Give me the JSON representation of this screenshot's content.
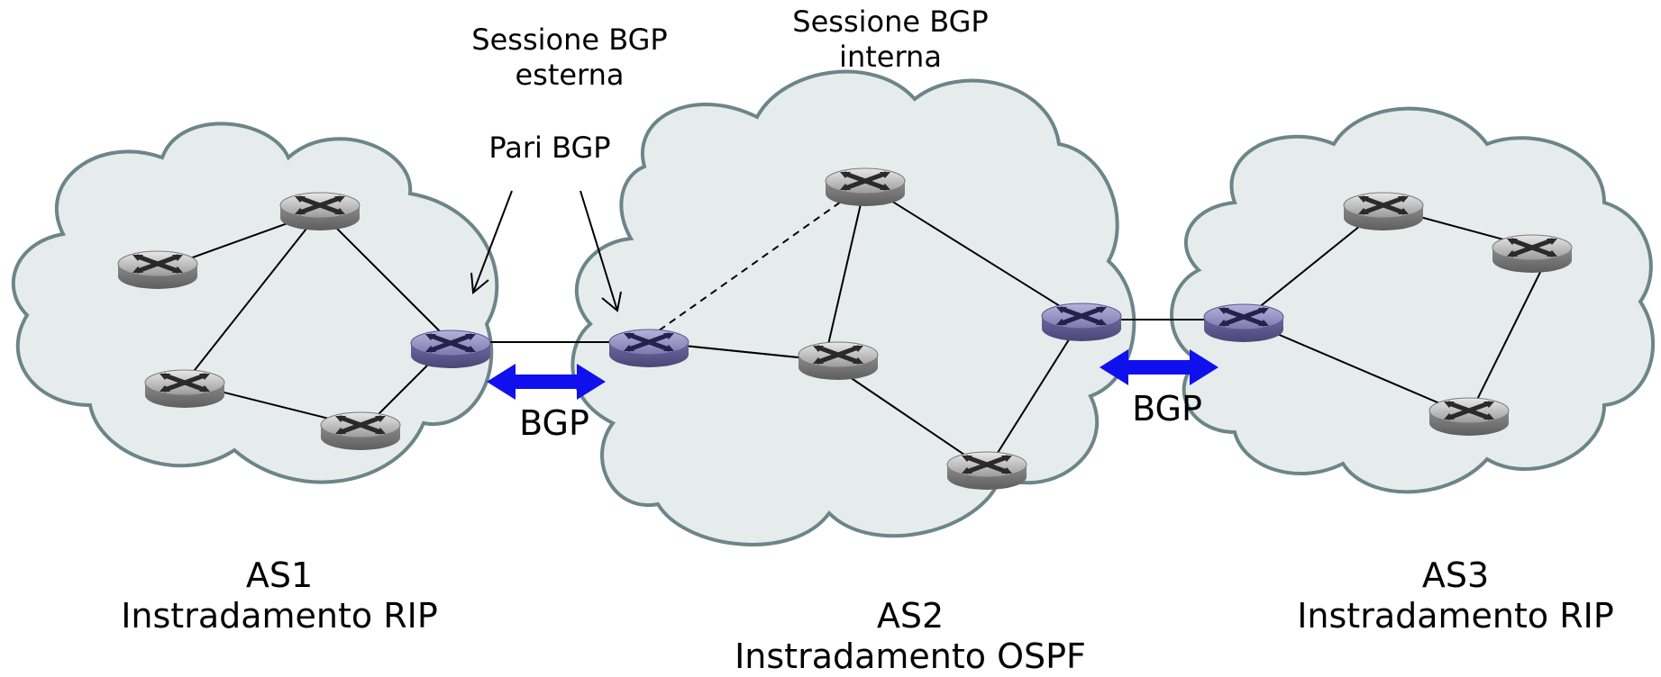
{
  "labels": {
    "ebgp_session": [
      "Sessione BGP",
      "esterna"
    ],
    "ibgp_session": [
      "Sessione BGP",
      "interna"
    ],
    "bgp_peers": "Pari BGP",
    "bgp_left": "BGP",
    "bgp_right": "BGP"
  },
  "systems": [
    {
      "name": "AS1",
      "routing": "Instradamento RIP"
    },
    {
      "name": "AS2",
      "routing": "Instradamento OSPF"
    },
    {
      "name": "AS3",
      "routing": "Instradamento RIP"
    }
  ],
  "colors": {
    "cloud_fill": "#e6ecec",
    "cloud_stroke": "#6d8588",
    "router_gray": "#a8a8a8",
    "router_gateway": "#8a86b8",
    "bgp_arrow": "#1010ee"
  },
  "icons": {
    "router": "router-icon",
    "gateway_router": "gateway-router-icon"
  }
}
